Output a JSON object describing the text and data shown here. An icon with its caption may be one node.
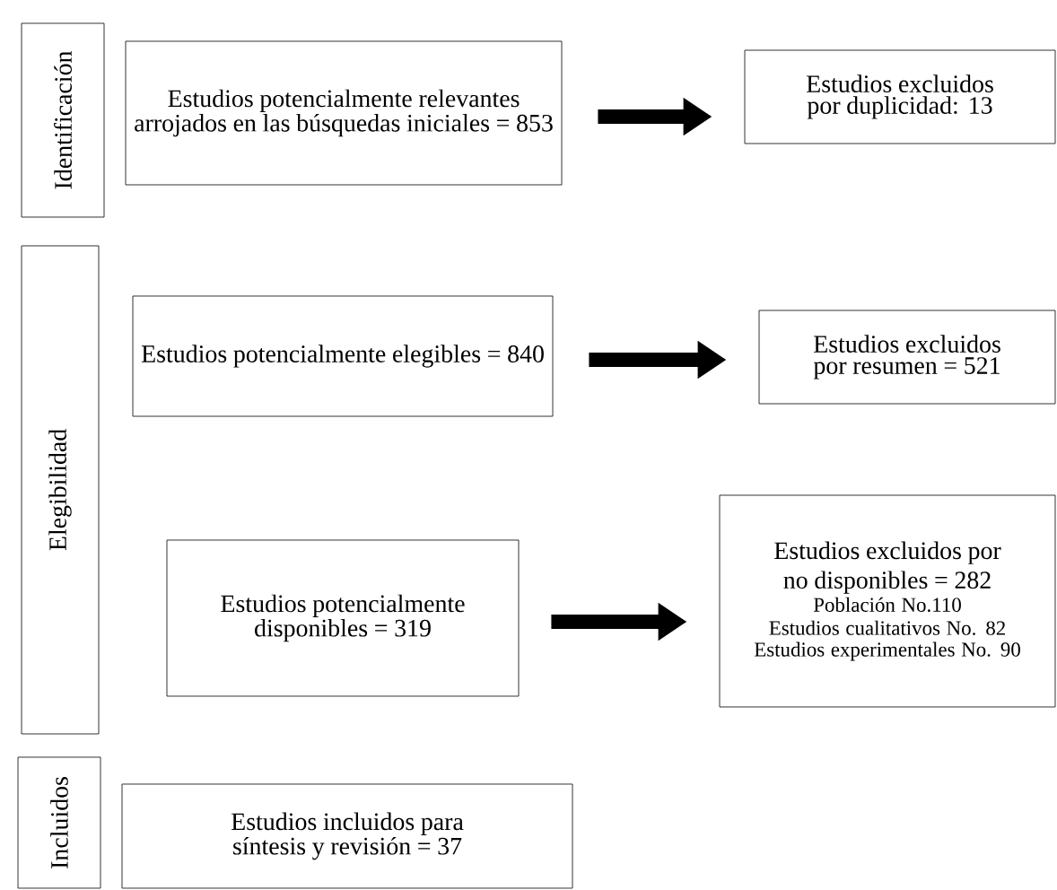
{
  "diagram": {
    "nodes": [
      {
        "text": [
          "Identificación"
        ]
      },
      {
        "text": [
          "Estudios potencialmente relevantes arrojados en las búsquedas iniciales = 853"
        ]
      },
      {
        "text": [
          "Estudios excluidos por duplicidad: 13"
        ]
      },
      {
        "text": [
          "Elegibilidad"
        ]
      },
      {
        "text": [
          "Estudios potencialmente elegibles = 840"
        ]
      },
      {
        "text": [
          "Estudios excluidos por resumen = 521"
        ]
      },
      {
        "text": [
          "Estudios potencialmente disponibles = 319"
        ]
      },
      {
        "text": [
          "Estudios excluidos por no disponibles = 282",
          "Población No.110",
          "Estudios cualitativos No. 82",
          "Estudios experimentales No. 90"
        ]
      },
      {
        "text": [
          "Incluidos"
        ]
      },
      {
        "text": [
          "Estudios incluidos para síntesis y revisión = 37"
        ]
      }
    ],
    "edges": [
      {
        "from": 1,
        "to": 2,
        "arrow": "to"
      },
      {
        "from": 4,
        "to": 5,
        "arrow": "to"
      },
      {
        "from": 6,
        "to": 7,
        "arrow": "to"
      }
    ]
  }
}
